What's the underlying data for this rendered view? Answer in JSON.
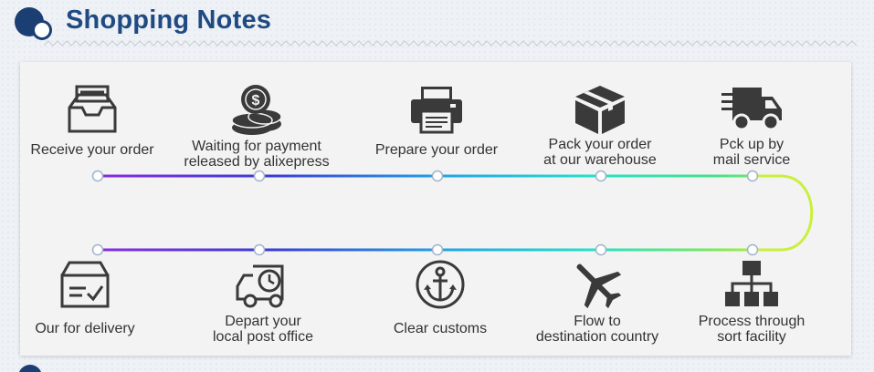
{
  "header": {
    "title": "Shopping Notes"
  },
  "steps": [
    {
      "label": "Receive your order",
      "icon": "inbox-tray-icon"
    },
    {
      "label": "Waiting for payment\nreleased by alixepress",
      "icon": "coin-stack-icon"
    },
    {
      "label": "Prepare your order",
      "icon": "printer-icon"
    },
    {
      "label": "Pack your order\nat our warehouse",
      "icon": "package-box-icon"
    },
    {
      "label": "Pck up by\nmail service",
      "icon": "delivery-truck-icon"
    },
    {
      "label": "Process through\nsort facility",
      "icon": "hierarchy-icon"
    },
    {
      "label": "Flow to\ndestination country",
      "icon": "airplane-icon"
    },
    {
      "label": "Clear customs",
      "icon": "anchor-icon"
    },
    {
      "label": "Depart your\nlocal post office",
      "icon": "clock-van-icon"
    },
    {
      "label": "Our for delivery",
      "icon": "delivery-box-check-icon"
    }
  ],
  "colors": {
    "title": "#1f4a82",
    "brand": "#1c3f73",
    "icon": "#3a3a3a",
    "gradient": [
      "#8a2be2",
      "#3a3ad8",
      "#1fa3e8",
      "#26e0c8",
      "#46e08a",
      "#c9f03c"
    ]
  }
}
